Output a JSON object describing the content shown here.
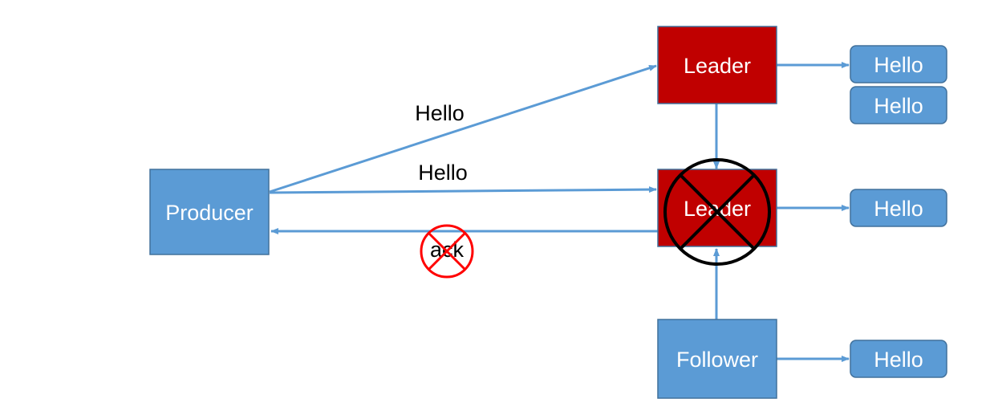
{
  "nodes": {
    "producer": {
      "label": "Producer"
    },
    "leader_top": {
      "label": "Leader"
    },
    "leader_middle": {
      "label": "Leader"
    },
    "follower": {
      "label": "Follower"
    }
  },
  "edges": {
    "hello_to_leader_top": {
      "label": "Hello"
    },
    "hello_to_leader_middle": {
      "label": "Hello"
    },
    "ack_to_producer": {
      "label": "ack"
    }
  },
  "message_logs": {
    "leader_top": [
      "Hello",
      "Hello"
    ],
    "leader_middle": [
      "Hello"
    ],
    "follower": [
      "Hello"
    ]
  },
  "colors": {
    "blue_node": "#5b9bd5",
    "leader_red": "#c00000",
    "arrow": "#5b9bd5",
    "cross_black": "#000000",
    "cross_red": "#ff0000"
  }
}
